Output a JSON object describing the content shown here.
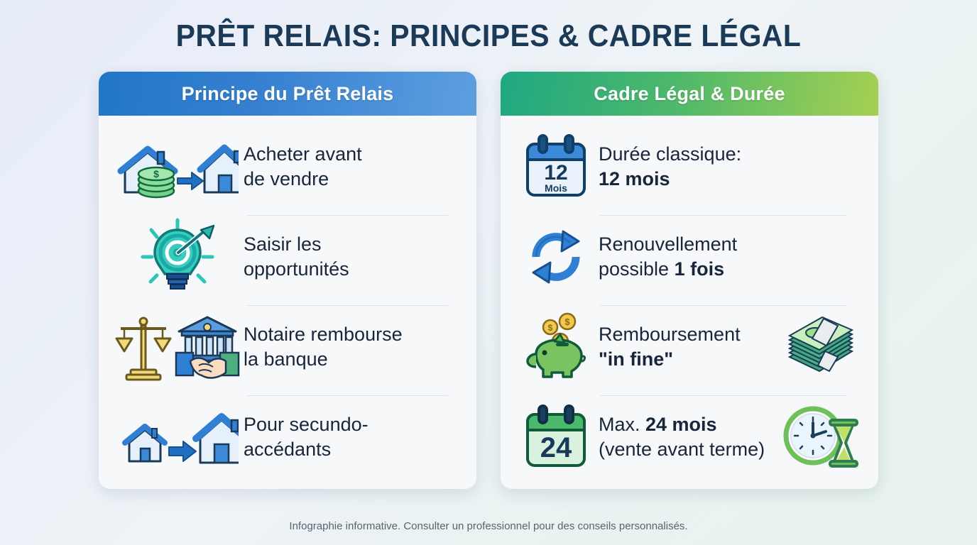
{
  "page": {
    "title": "PRÊT RELAIS: PRINCIPES & CADRE LÉGAL",
    "footer": "Infographie informative. Consulter un professionnel pour des conseils personnalisés.",
    "background_gradient_from": "#e7ecf9",
    "background_gradient_to": "#e7f3ec",
    "title_color": "#1b3a57",
    "text_color": "#17263b"
  },
  "cards": [
    {
      "id": "principe",
      "header": "Principe du Prêt Relais",
      "header_gradient_from": "#2176c7",
      "header_gradient_to": "#5d9fe0",
      "rows": [
        {
          "icon": "house-to-house-with-money-icon",
          "line1": "Acheter avant",
          "line2": "de vendre"
        },
        {
          "icon": "lightbulb-target-arrow-icon",
          "line1": "Saisir les",
          "line2": "opportunités"
        },
        {
          "icon": "scales-bank-handshake-icon",
          "line1": "Notaire rembourse",
          "line2": "la banque"
        },
        {
          "icon": "small-house-to-big-house-icon",
          "line1": "Pour secundo-",
          "line2": "accédants"
        }
      ]
    },
    {
      "id": "cadre-legal",
      "header": "Cadre Légal & Durée",
      "header_gradient_from": "#1fa882",
      "header_gradient_to": "#a5d052",
      "rows": [
        {
          "icon": "calendar-12-mois-icon",
          "icon_number": "12",
          "icon_caption": "Mois",
          "line1": "Durée classique:",
          "line2_bold": "12 mois",
          "extra_icon": ""
        },
        {
          "icon": "refresh-circular-arrows-icon",
          "line1": "Renouvellement",
          "line2": "possible ",
          "line2_bold": "1 fois",
          "extra_icon": ""
        },
        {
          "icon": "piggy-bank-coins-icon",
          "line1": "Remboursement",
          "line2_bold": "\"in fine\"",
          "extra_icon": "cash-stack-icon"
        },
        {
          "icon": "calendar-24-icon",
          "icon_number": "24",
          "line1_prefix": "Max. ",
          "line1_bold": "24 mois",
          "line2": "(vente avant terme)",
          "extra_icon": "clock-hourglass-icon"
        }
      ]
    }
  ]
}
